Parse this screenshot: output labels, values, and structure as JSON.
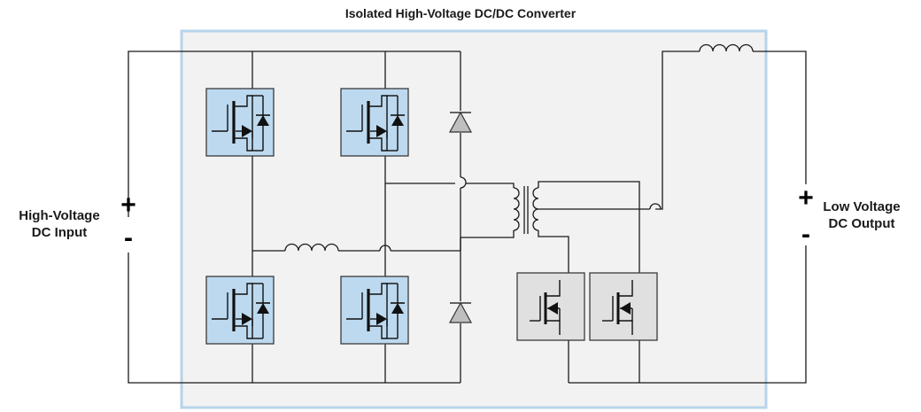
{
  "title": "Isolated High-Voltage DC/DC Converter",
  "input": {
    "label_line1": "High-Voltage",
    "label_line2": "DC Input",
    "plus": "+",
    "minus": "-"
  },
  "output": {
    "label_line1": "Low Voltage",
    "label_line2": "DC Output",
    "plus": "+",
    "minus": "-"
  },
  "colors": {
    "converter_box_fill": "#f2f2f2",
    "converter_box_border": "#b7d3ea",
    "primary_switch_fill": "#bcd9ef",
    "secondary_switch_fill": "#e0e0e0",
    "wire": "#1a1a1a"
  },
  "components": {
    "primary_mosfets": [
      "mosfet-q1",
      "mosfet-q2",
      "mosfet-q3",
      "mosfet-q4"
    ],
    "secondary_mosfets": [
      "sync-rectifier-q5",
      "sync-rectifier-q6"
    ],
    "diodes": [
      "clamp-diode-top",
      "clamp-diode-bottom"
    ],
    "inductors": [
      "resonant-inductor",
      "output-inductor"
    ],
    "transformer": "isolation-transformer"
  }
}
